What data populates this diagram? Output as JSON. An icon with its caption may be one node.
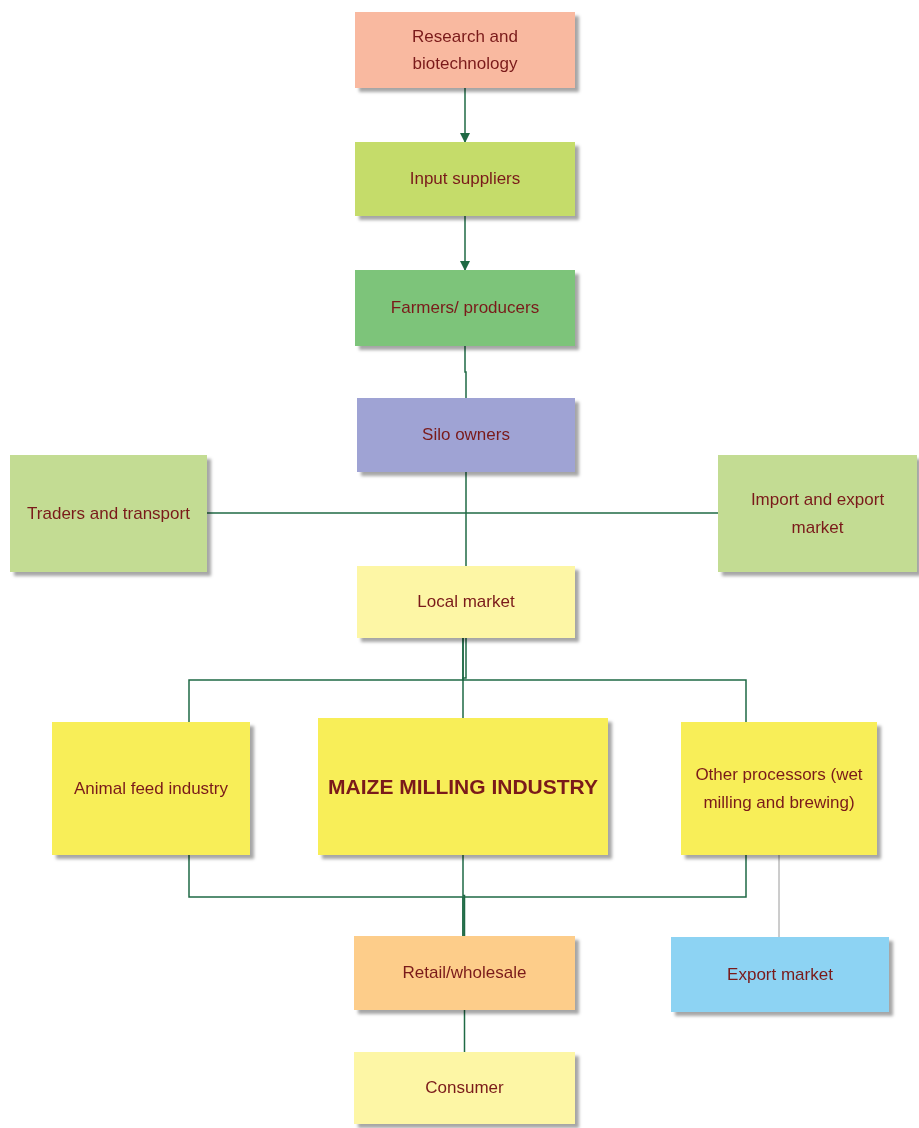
{
  "diagram": {
    "nodes": [
      {
        "text": [
          "Research and biotechnology"
        ]
      },
      {
        "text": [
          "Input suppliers"
        ]
      },
      {
        "text": [
          "Farmers/ producers"
        ]
      },
      {
        "text": [
          "Silo owners"
        ]
      },
      {
        "text": [
          "Traders and transport"
        ]
      },
      {
        "text": [
          "Import and export market"
        ]
      },
      {
        "text": [
          "Local market"
        ]
      },
      {
        "text": [
          "Animal feed industry"
        ]
      },
      {
        "text": [
          "MAIZE MILLING INDUSTRY"
        ]
      },
      {
        "text": [
          "Other processors (wet milling and brewing)"
        ]
      },
      {
        "text": [
          "Retail/wholesale"
        ]
      },
      {
        "text": [
          "Export market"
        ]
      },
      {
        "text": [
          "Consumer"
        ]
      }
    ],
    "edges": [
      {
        "from": 0,
        "to": 1,
        "arrow": "to"
      },
      {
        "from": 1,
        "to": 2,
        "arrow": "to"
      },
      {
        "from": 2,
        "to": 3,
        "arrow": "none"
      },
      {
        "from": 3,
        "to": 6,
        "arrow": "none"
      },
      {
        "from": 4,
        "to": 5,
        "arrow": "none"
      },
      {
        "from": 6,
        "to": 7,
        "arrow": "none"
      },
      {
        "from": 6,
        "to": 8,
        "arrow": "none"
      },
      {
        "from": 6,
        "to": 9,
        "arrow": "none"
      },
      {
        "from": 7,
        "to": 10,
        "arrow": "none"
      },
      {
        "from": 8,
        "to": 10,
        "arrow": "none"
      },
      {
        "from": 9,
        "to": 10,
        "arrow": "none"
      },
      {
        "from": 9,
        "to": 11,
        "arrow": "none",
        "color": "#9a9a9a"
      },
      {
        "from": 10,
        "to": 12,
        "arrow": "none"
      }
    ]
  }
}
